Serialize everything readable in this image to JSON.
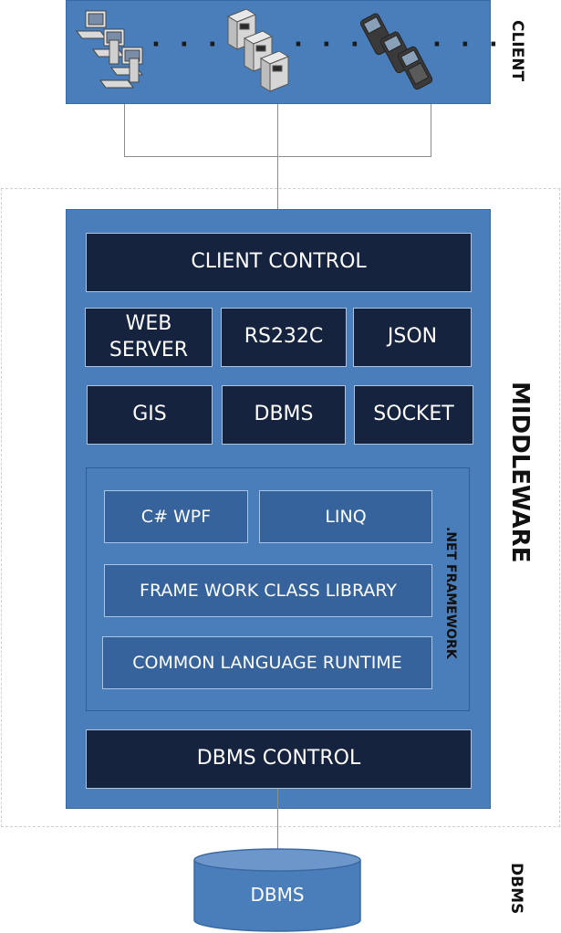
{
  "tiers": {
    "client": "CLIENT",
    "middleware": "MIDDLEWARE",
    "dbms": "DBMS"
  },
  "client": {
    "devices": [
      "desktop-computers-icon",
      "servers-icon",
      "handheld-terminals-icon"
    ],
    "ellipsis": "· · ·"
  },
  "middleware": {
    "client_control": "CLIENT CONTROL",
    "modules_row1": [
      "WEB SERVER",
      "RS232C",
      "JSON"
    ],
    "modules_row2": [
      "GIS",
      "DBMS",
      "SOCKET"
    ],
    "framework": {
      "label": ".NET FRAMEWORK",
      "csharp_wpf": "C# WPF",
      "linq": "LINQ",
      "class_library": "FRAME WORK CLASS LIBRARY",
      "clr": "COMMON LANGUAGE RUNTIME"
    },
    "dbms_control": "DBMS CONTROL"
  },
  "database": {
    "label": "DBMS"
  },
  "colors": {
    "band_blue": "#4a7ebb",
    "dark_navy": "#15233f",
    "mid_blue": "#36639b",
    "connector_gray": "#8c8c8c"
  }
}
